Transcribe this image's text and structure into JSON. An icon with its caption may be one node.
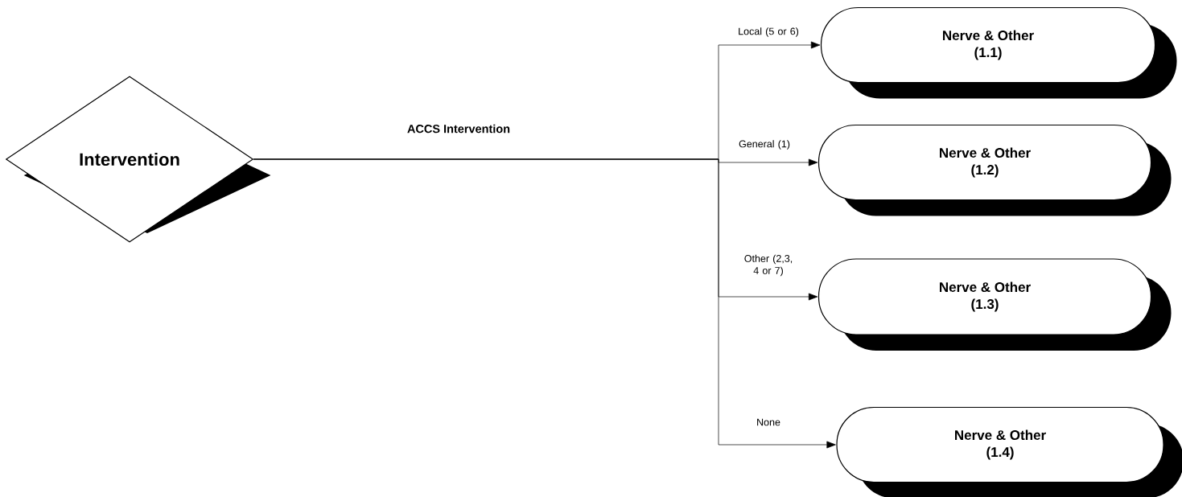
{
  "diagram": {
    "nodes": [
      {
        "text": [
          "Intervention"
        ]
      },
      {
        "text": [
          "Nerve & Other (1.1)"
        ]
      },
      {
        "text": [
          "Nerve & Other (1.2)"
        ]
      },
      {
        "text": [
          "Nerve & Other (1.3)"
        ]
      },
      {
        "text": [
          "Nerve & Other (1.4)"
        ]
      }
    ],
    "edges": [
      {
        "from": 0,
        "to": 1,
        "arrow": "to",
        "label": "Local (5 or 6)"
      },
      {
        "from": 0,
        "to": 2,
        "arrow": "to",
        "label": "General (1)"
      },
      {
        "from": 0,
        "to": 3,
        "arrow": "to",
        "label": "Other (2,3, 4 or 7)"
      },
      {
        "from": 0,
        "to": 4,
        "arrow": "to",
        "label": "None"
      }
    ],
    "labels": [
      "ACCS Intervention"
    ]
  }
}
